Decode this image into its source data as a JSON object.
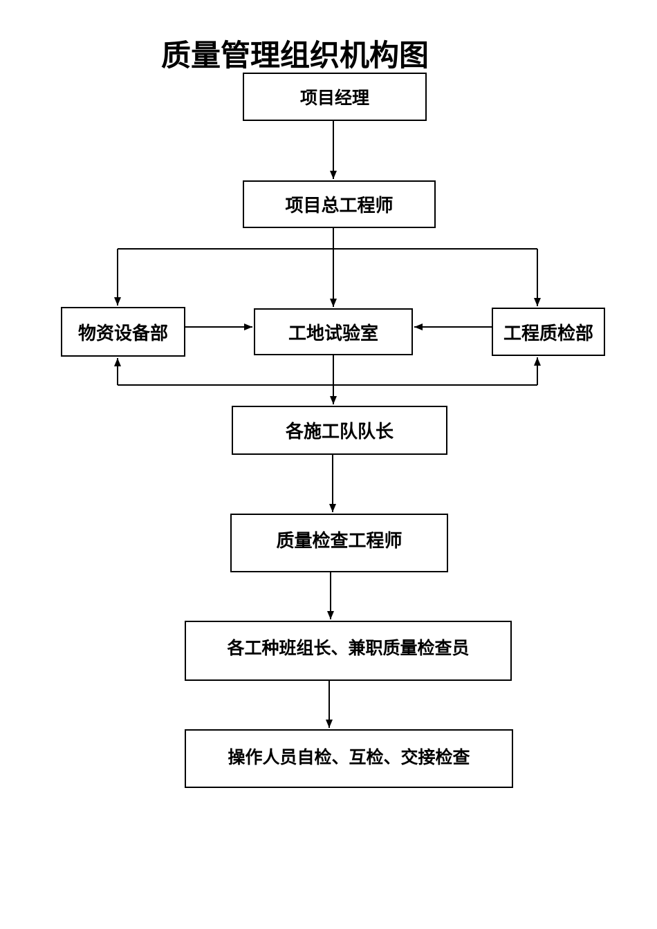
{
  "title": "质量管理组织机构图",
  "diagram": {
    "type": "org-flowchart",
    "nodes": {
      "project_manager": {
        "label": "项目经理"
      },
      "chief_engineer": {
        "label": "项目总工程师"
      },
      "material_equipment_dept": {
        "label": "物资设备部"
      },
      "site_laboratory": {
        "label": "工地试验室"
      },
      "engineering_quality_dept": {
        "label": "工程质检部"
      },
      "construction_team_leaders": {
        "label": "各施工队队长"
      },
      "quality_inspection_engineer": {
        "label": "质量检查工程师"
      },
      "trade_group_leaders": {
        "label": "各工种班组长、兼职质量检查员"
      },
      "operators_inspection": {
        "label": "操作人员自检、互检、交接检查"
      }
    },
    "edges": [
      {
        "from": "project_manager",
        "to": "chief_engineer",
        "direction": "down"
      },
      {
        "from": "chief_engineer",
        "to": "material_equipment_dept",
        "direction": "down"
      },
      {
        "from": "chief_engineer",
        "to": "site_laboratory",
        "direction": "down"
      },
      {
        "from": "chief_engineer",
        "to": "engineering_quality_dept",
        "direction": "down"
      },
      {
        "from": "material_equipment_dept",
        "to": "site_laboratory",
        "direction": "right"
      },
      {
        "from": "engineering_quality_dept",
        "to": "site_laboratory",
        "direction": "left"
      },
      {
        "from": "site_laboratory",
        "to": "material_equipment_dept",
        "direction": "up"
      },
      {
        "from": "site_laboratory",
        "to": "engineering_quality_dept",
        "direction": "up"
      },
      {
        "from": "site_laboratory",
        "to": "construction_team_leaders",
        "direction": "down"
      },
      {
        "from": "construction_team_leaders",
        "to": "quality_inspection_engineer",
        "direction": "down"
      },
      {
        "from": "quality_inspection_engineer",
        "to": "trade_group_leaders",
        "direction": "down"
      },
      {
        "from": "trade_group_leaders",
        "to": "operators_inspection",
        "direction": "down"
      }
    ]
  },
  "colors": {
    "background": "#ffffff",
    "line": "#000000",
    "text": "#000000"
  }
}
